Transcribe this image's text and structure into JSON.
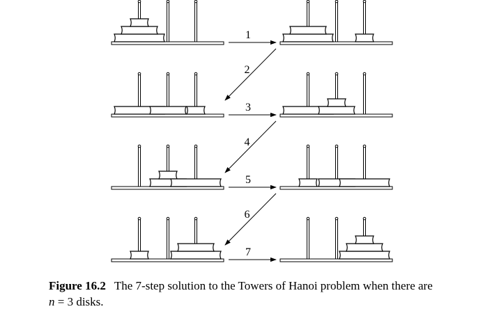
{
  "puzzle": {
    "disk_count": 3,
    "rod_count": 3,
    "states": [
      [
        [
          3,
          2,
          1
        ],
        [],
        []
      ],
      [
        [
          3,
          2
        ],
        [],
        [
          1
        ]
      ],
      [
        [
          3
        ],
        [
          2
        ],
        [
          1
        ]
      ],
      [
        [
          3
        ],
        [
          2,
          1
        ],
        []
      ],
      [
        [],
        [
          2,
          1
        ],
        [
          3
        ]
      ],
      [
        [
          1
        ],
        [
          2
        ],
        [
          3
        ]
      ],
      [
        [
          1
        ],
        [],
        [
          3,
          2
        ]
      ],
      [
        [],
        [],
        [
          3,
          2,
          1
        ]
      ]
    ],
    "steps": [
      "1",
      "2",
      "3",
      "4",
      "5",
      "6",
      "7"
    ]
  },
  "caption": {
    "label": "Figure 16.2",
    "text_line1": "The 7-step solution to the Towers of Hanoi problem when there are",
    "var": "n",
    "text_rest": " = 3 disks."
  },
  "colors": {
    "stroke": "#000000",
    "fill": "#ffffff"
  }
}
